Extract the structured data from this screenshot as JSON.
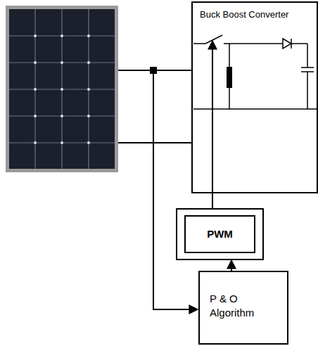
{
  "diagram": {
    "nodes": [
      {
        "text": [
          "Buck Boost Converter"
        ]
      },
      {
        "text": [
          "PWM"
        ]
      },
      {
        "text": [
          "P & O Algorithm"
        ]
      }
    ],
    "edges": [
      {
        "from": 2,
        "to": 1,
        "arrow": "to"
      },
      {
        "from": 1,
        "to": 0,
        "arrow": "to"
      }
    ]
  }
}
